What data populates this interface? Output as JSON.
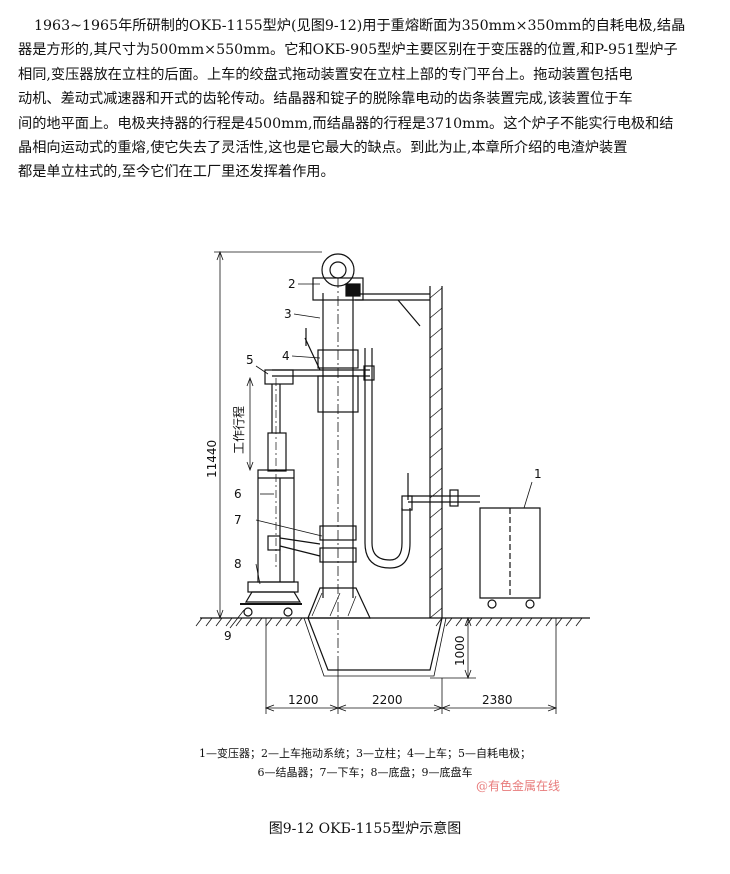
{
  "paragraph": {
    "lines": [
      "1963~1965年所研制的OKБ-1155型炉(见图9-12)用于重熔断面为350mm×350mm的自耗电极,结晶",
      "器是方形的,其尺寸为500mm×550mm。它和OKБ-905型炉主要区别在于变压器的位置,和P-951型炉子",
      "相同,变压器放在立柱的后面。上车的绞盘式拖动装置安在立柱上部的专门平台上。拖动装置包括电",
      "动机、差动式减速器和开式的齿轮传动。结晶器和锭子的脱除靠电动的齿条装置完成,该装置位于车",
      "间的地平面上。电极夹持器的行程是4500mm,而结晶器的行程是3710mm。这个炉子不能实行电极和结",
      "晶相向运动式的重熔,使它失去了灵活性,这也是它最大的缺点。到此为止,本章所介绍的电渣炉装置",
      "都是单立柱式的,至今它们在工厂里还发挥着作用。"
    ]
  },
  "figure": {
    "labels": {
      "n1": "1",
      "n2": "2",
      "n3": "3",
      "n4": "4",
      "n5": "5",
      "n6": "6",
      "n7": "7",
      "n8": "8",
      "n9": "9",
      "stroke": "工作行程"
    },
    "dims": {
      "height_total": "11440",
      "depth": "1000",
      "w1": "1200",
      "w2": "2200",
      "w3": "2380"
    }
  },
  "legend": {
    "line1": "1—变压器；2—上车拖动系统；3—立柱；4—上车；5—自耗电极；",
    "line2": "6—结晶器；7—下车；8—底盘；9—底盘车"
  },
  "watermark": "@有色金属在线",
  "caption": "图9-12 OKБ-1155型炉示意图"
}
